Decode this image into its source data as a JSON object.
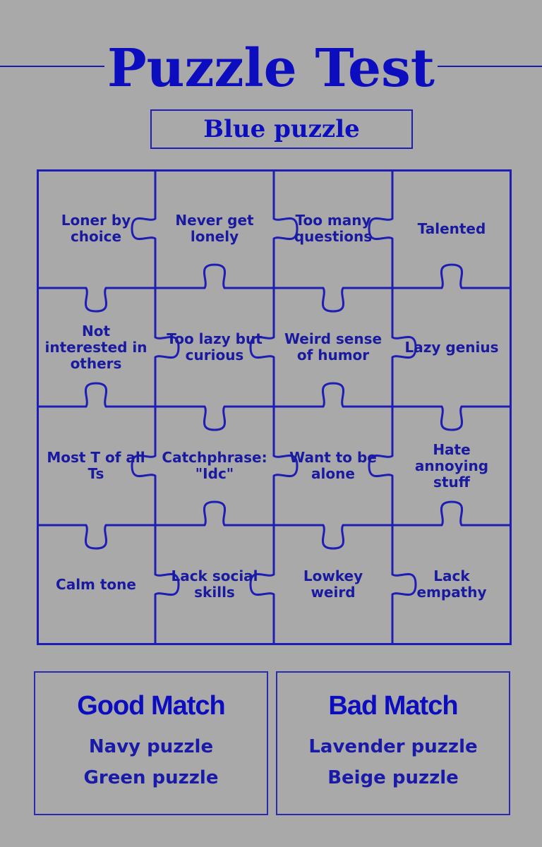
{
  "title": "Puzzle Test",
  "subtitle": "Blue puzzle",
  "pieces": [
    [
      "Loner by choice",
      "Never get lonely",
      "Too many questions",
      "Talented"
    ],
    [
      "Not interested in others",
      "Too lazy but curious",
      "Weird sense of humor",
      "Lazy genius"
    ],
    [
      "Most T of all Ts",
      "Catchphrase: \"Idc\"",
      "Want to be alone",
      "Hate annoying stuff"
    ],
    [
      "Calm tone",
      "Lack social skills",
      "Lowkey weird",
      "Lack empathy"
    ]
  ],
  "good_match": {
    "title": "Good Match",
    "items": [
      "Navy puzzle",
      "Green puzzle"
    ]
  },
  "bad_match": {
    "title": "Bad Match",
    "items": [
      "Lavender puzzle",
      "Beige puzzle"
    ]
  },
  "colors": {
    "background": "#a9a9a9",
    "accent": "#0d0dc0"
  }
}
